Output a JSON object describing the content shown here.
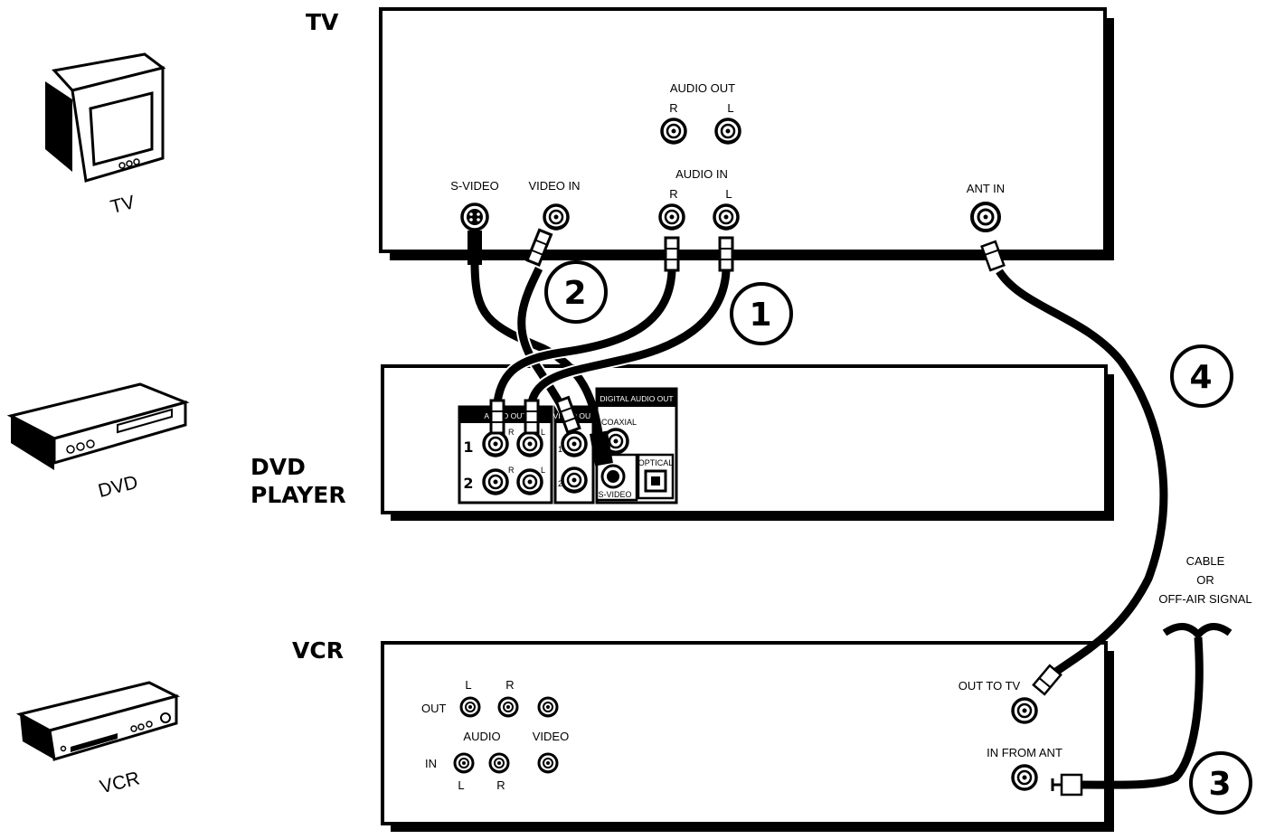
{
  "devices": {
    "tv": {
      "title": "TV",
      "icon_caption": "TV",
      "audio_out": {
        "label": "AUDIO OUT",
        "r": "R",
        "l": "L"
      },
      "audio_in": {
        "label": "AUDIO IN",
        "r": "R",
        "l": "L"
      },
      "s_video": "S-VIDEO",
      "video_in": "VIDEO IN",
      "ant_in": "ANT IN"
    },
    "dvd": {
      "title_line1": "DVD",
      "title_line2": "PLAYER",
      "icon_caption": "DVD",
      "audio_out_header": "AUDIO OUT",
      "video_out_header": "VIDEO OUT",
      "digital_audio_out": "DIGITAL AUDIO OUT",
      "coaxial": "COAXIAL",
      "optical": "OPTICAL",
      "s_video": "S-VIDEO",
      "row1": "1",
      "row2": "2",
      "r": "R",
      "l": "L"
    },
    "vcr": {
      "title": "VCR",
      "icon_caption": "VCR",
      "out": "OUT",
      "in": "IN",
      "audio": "AUDIO",
      "video": "VIDEO",
      "l": "L",
      "r": "R",
      "out_to_tv": "OUT TO TV",
      "in_from_ant": "IN FROM ANT"
    }
  },
  "signal": {
    "line1": "CABLE",
    "line2": "OR",
    "line3": "OFF-AIR SIGNAL"
  },
  "steps": [
    "1",
    "2",
    "3",
    "4"
  ]
}
